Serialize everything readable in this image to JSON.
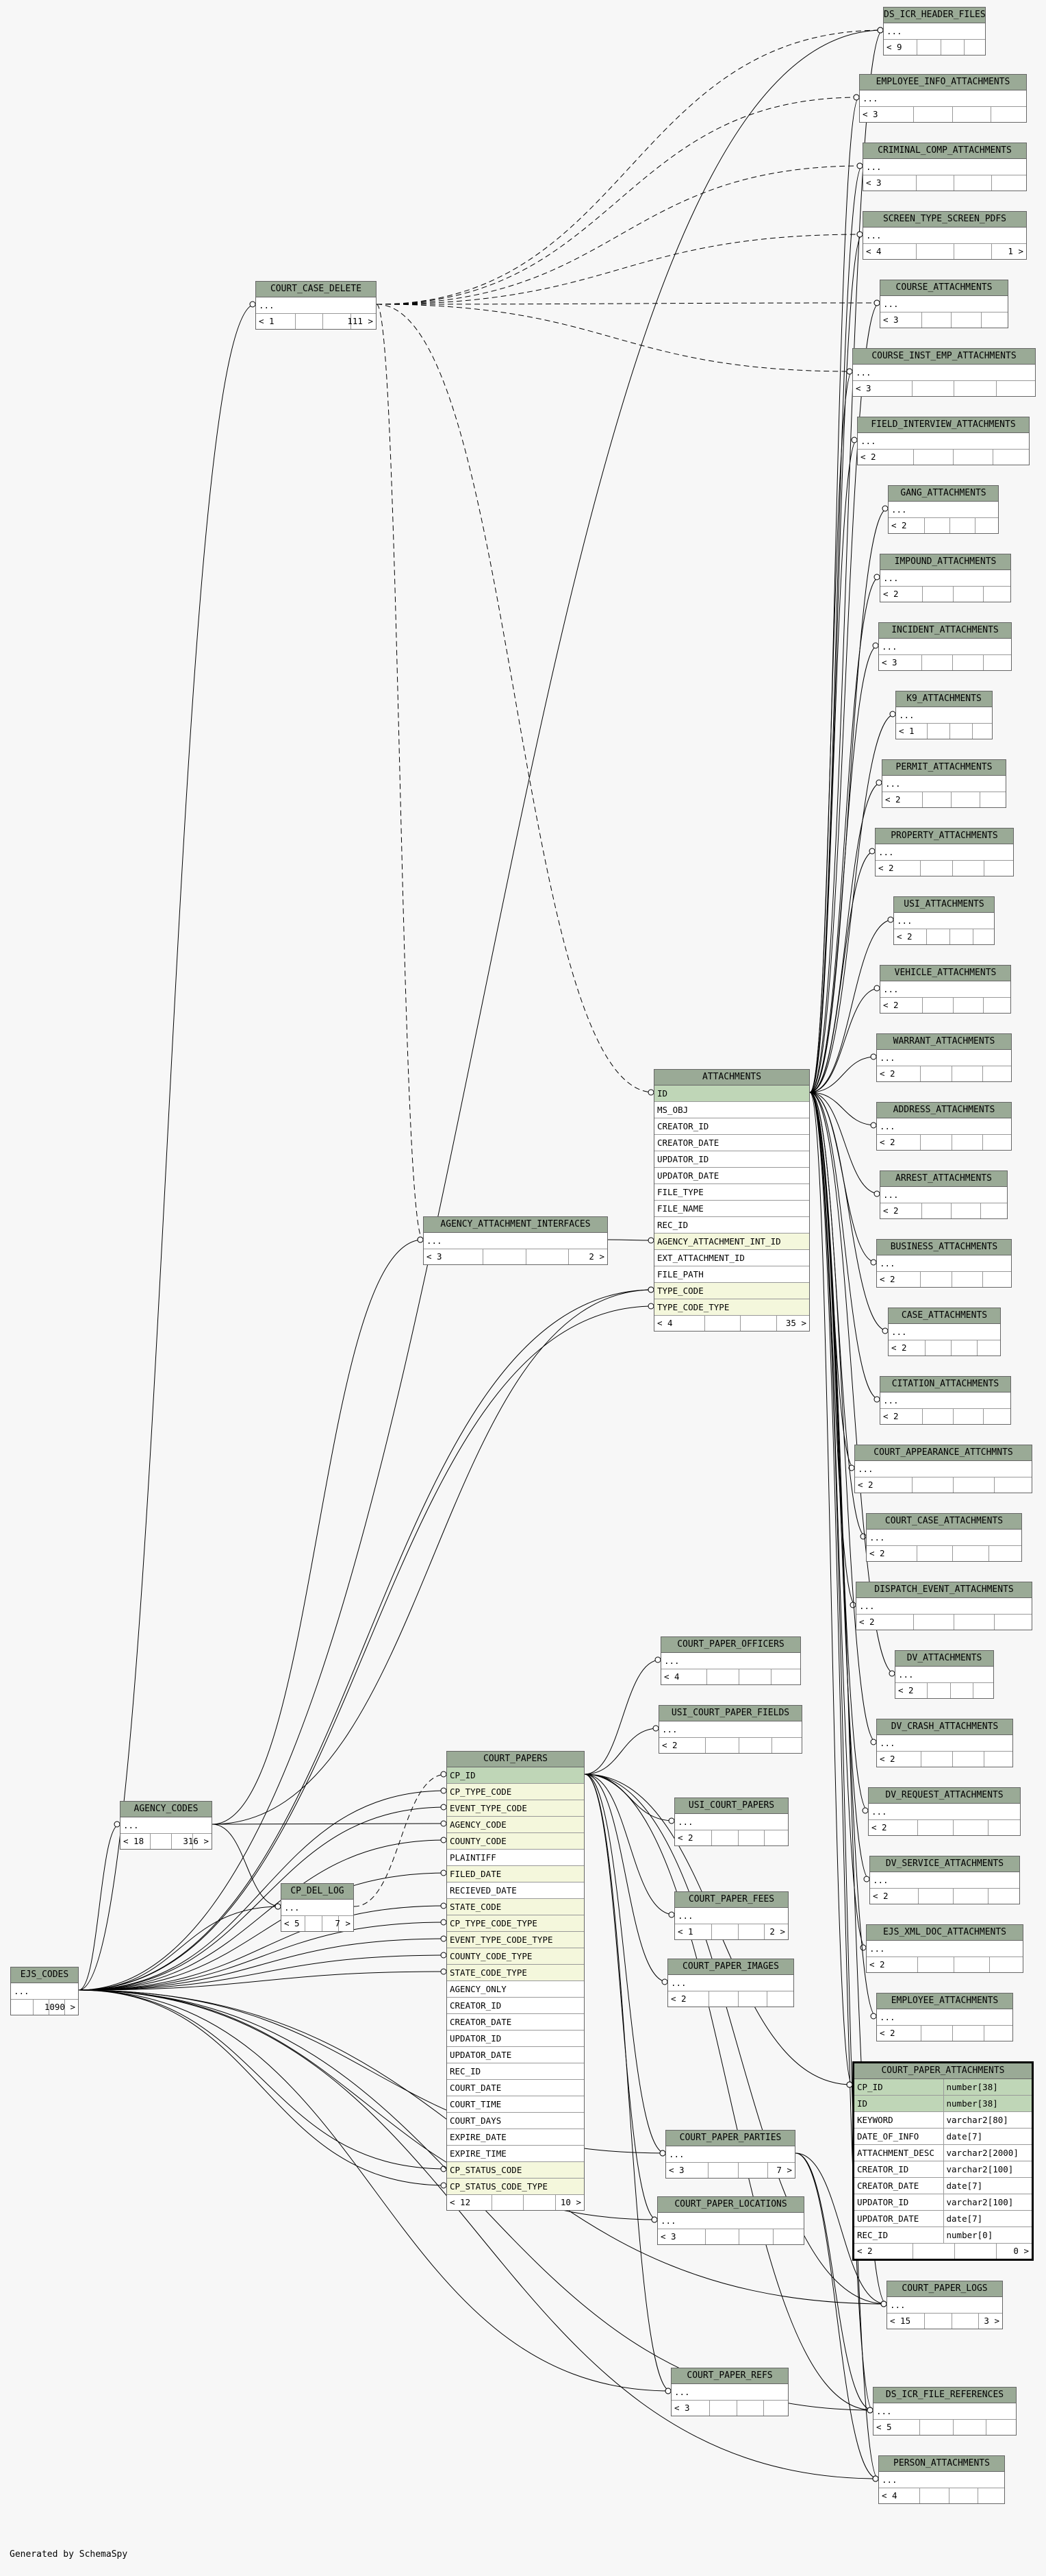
{
  "footer_text": "Generated by SchemaSpy",
  "colors": {
    "header": "#9aaa96",
    "primary_key": "#bfd6b7",
    "foreign_key": "#f4f7dc",
    "background": "#f7f7f7"
  },
  "tables": [
    {
      "id": "ds_icr_header_files",
      "name": "DS_ICR_HEADER_FILES",
      "rows": [
        {
          "text": "..."
        }
      ],
      "footer": {
        "left": "< 9",
        "right": ""
      }
    },
    {
      "id": "employee_info_attachments",
      "name": "EMPLOYEE_INFO_ATTACHMENTS",
      "rows": [
        {
          "text": "..."
        }
      ],
      "footer": {
        "left": "< 3",
        "right": ""
      }
    },
    {
      "id": "criminal_comp_attachments",
      "name": "CRIMINAL_COMP_ATTACHMENTS",
      "rows": [
        {
          "text": "..."
        }
      ],
      "footer": {
        "left": "< 3",
        "right": ""
      }
    },
    {
      "id": "screen_type_screen_pdfs",
      "name": "SCREEN_TYPE_SCREEN_PDFS",
      "rows": [
        {
          "text": "..."
        }
      ],
      "footer": {
        "left": "< 4",
        "right": "1 >"
      }
    },
    {
      "id": "course_attachments",
      "name": "COURSE_ATTACHMENTS",
      "rows": [
        {
          "text": "..."
        }
      ],
      "footer": {
        "left": "< 3",
        "right": ""
      }
    },
    {
      "id": "course_inst_emp_attachments",
      "name": "COURSE_INST_EMP_ATTACHMENTS",
      "rows": [
        {
          "text": "..."
        }
      ],
      "footer": {
        "left": "< 3",
        "right": ""
      }
    },
    {
      "id": "field_interview_attachments",
      "name": "FIELD_INTERVIEW_ATTACHMENTS",
      "rows": [
        {
          "text": "..."
        }
      ],
      "footer": {
        "left": "< 2",
        "right": ""
      }
    },
    {
      "id": "gang_attachments",
      "name": "GANG_ATTACHMENTS",
      "rows": [
        {
          "text": "..."
        }
      ],
      "footer": {
        "left": "< 2",
        "right": ""
      }
    },
    {
      "id": "impound_attachments",
      "name": "IMPOUND_ATTACHMENTS",
      "rows": [
        {
          "text": "..."
        }
      ],
      "footer": {
        "left": "< 2",
        "right": ""
      }
    },
    {
      "id": "incident_attachments",
      "name": "INCIDENT_ATTACHMENTS",
      "rows": [
        {
          "text": "..."
        }
      ],
      "footer": {
        "left": "< 3",
        "right": ""
      }
    },
    {
      "id": "k9_attachments",
      "name": "K9_ATTACHMENTS",
      "rows": [
        {
          "text": "..."
        }
      ],
      "footer": {
        "left": "< 1",
        "right": ""
      }
    },
    {
      "id": "permit_attachments",
      "name": "PERMIT_ATTACHMENTS",
      "rows": [
        {
          "text": "..."
        }
      ],
      "footer": {
        "left": "< 2",
        "right": ""
      }
    },
    {
      "id": "property_attachments",
      "name": "PROPERTY_ATTACHMENTS",
      "rows": [
        {
          "text": "..."
        }
      ],
      "footer": {
        "left": "< 2",
        "right": ""
      }
    },
    {
      "id": "usi_attachments",
      "name": "USI_ATTACHMENTS",
      "rows": [
        {
          "text": "..."
        }
      ],
      "footer": {
        "left": "< 2",
        "right": ""
      }
    },
    {
      "id": "vehicle_attachments",
      "name": "VEHICLE_ATTACHMENTS",
      "rows": [
        {
          "text": "..."
        }
      ],
      "footer": {
        "left": "< 2",
        "right": ""
      }
    },
    {
      "id": "warrant_attachments",
      "name": "WARRANT_ATTACHMENTS",
      "rows": [
        {
          "text": "..."
        }
      ],
      "footer": {
        "left": "< 2",
        "right": ""
      }
    },
    {
      "id": "address_attachments",
      "name": "ADDRESS_ATTACHMENTS",
      "rows": [
        {
          "text": "..."
        }
      ],
      "footer": {
        "left": "< 2",
        "right": ""
      }
    },
    {
      "id": "arrest_attachments",
      "name": "ARREST_ATTACHMENTS",
      "rows": [
        {
          "text": "..."
        }
      ],
      "footer": {
        "left": "< 2",
        "right": ""
      }
    },
    {
      "id": "business_attachments",
      "name": "BUSINESS_ATTACHMENTS",
      "rows": [
        {
          "text": "..."
        }
      ],
      "footer": {
        "left": "< 2",
        "right": ""
      }
    },
    {
      "id": "case_attachments",
      "name": "CASE_ATTACHMENTS",
      "rows": [
        {
          "text": "..."
        }
      ],
      "footer": {
        "left": "< 2",
        "right": ""
      }
    },
    {
      "id": "citation_attachments",
      "name": "CITATION_ATTACHMENTS",
      "rows": [
        {
          "text": "..."
        }
      ],
      "footer": {
        "left": "< 2",
        "right": ""
      }
    },
    {
      "id": "court_appearance_attchmnts",
      "name": "COURT_APPEARANCE_ATTCHMNTS",
      "rows": [
        {
          "text": "..."
        }
      ],
      "footer": {
        "left": "< 2",
        "right": ""
      }
    },
    {
      "id": "court_case_attachments",
      "name": "COURT_CASE_ATTACHMENTS",
      "rows": [
        {
          "text": "..."
        }
      ],
      "footer": {
        "left": "< 2",
        "right": ""
      }
    },
    {
      "id": "dispatch_event_attachments",
      "name": "DISPATCH_EVENT_ATTACHMENTS",
      "rows": [
        {
          "text": "..."
        }
      ],
      "footer": {
        "left": "< 2",
        "right": ""
      }
    },
    {
      "id": "dv_attachments",
      "name": "DV_ATTACHMENTS",
      "rows": [
        {
          "text": "..."
        }
      ],
      "footer": {
        "left": "< 2",
        "right": ""
      }
    },
    {
      "id": "dv_crash_attachments",
      "name": "DV_CRASH_ATTACHMENTS",
      "rows": [
        {
          "text": "..."
        }
      ],
      "footer": {
        "left": "< 2",
        "right": ""
      }
    },
    {
      "id": "dv_request_attachments",
      "name": "DV_REQUEST_ATTACHMENTS",
      "rows": [
        {
          "text": "..."
        }
      ],
      "footer": {
        "left": "< 2",
        "right": ""
      }
    },
    {
      "id": "dv_service_attachments",
      "name": "DV_SERVICE_ATTACHMENTS",
      "rows": [
        {
          "text": "..."
        }
      ],
      "footer": {
        "left": "< 2",
        "right": ""
      }
    },
    {
      "id": "ejs_xml_doc_attachments",
      "name": "EJS_XML_DOC_ATTACHMENTS",
      "rows": [
        {
          "text": "..."
        }
      ],
      "footer": {
        "left": "< 2",
        "right": ""
      }
    },
    {
      "id": "employee_attachments",
      "name": "EMPLOYEE_ATTACHMENTS",
      "rows": [
        {
          "text": "..."
        }
      ],
      "footer": {
        "left": "< 2",
        "right": ""
      }
    },
    {
      "id": "court_paper_attachments",
      "name": "COURT_PAPER_ATTACHMENTS",
      "selected": true,
      "rows": [
        {
          "text": "CP_ID",
          "type": "number[38]",
          "kind": "pk"
        },
        {
          "text": "ID",
          "type": "number[38]",
          "kind": "pk"
        },
        {
          "text": "KEYWORD",
          "type": "varchar2[80]"
        },
        {
          "text": "DATE_OF_INFO",
          "type": "date[7]"
        },
        {
          "text": "ATTACHMENT_DESC",
          "type": "varchar2[2000]"
        },
        {
          "text": "CREATOR_ID",
          "type": "varchar2[100]"
        },
        {
          "text": "CREATOR_DATE",
          "type": "date[7]"
        },
        {
          "text": "UPDATOR_ID",
          "type": "varchar2[100]"
        },
        {
          "text": "UPDATOR_DATE",
          "type": "date[7]"
        },
        {
          "text": "REC_ID",
          "type": "number[0]"
        }
      ],
      "footer": {
        "left": "< 2",
        "right": "0 >"
      }
    },
    {
      "id": "court_paper_logs",
      "name": "COURT_PAPER_LOGS",
      "rows": [
        {
          "text": "..."
        }
      ],
      "footer": {
        "left": "< 15",
        "right": "3 >"
      }
    },
    {
      "id": "ds_icr_file_references",
      "name": "DS_ICR_FILE_REFERENCES",
      "rows": [
        {
          "text": "..."
        }
      ],
      "footer": {
        "left": "< 5",
        "right": ""
      }
    },
    {
      "id": "person_attachments",
      "name": "PERSON_ATTACHMENTS",
      "rows": [
        {
          "text": "..."
        }
      ],
      "footer": {
        "left": "< 4",
        "right": ""
      }
    },
    {
      "id": "court_case_delete",
      "name": "COURT_CASE_DELETE",
      "rows": [
        {
          "text": "..."
        }
      ],
      "footer": {
        "left": "< 1",
        "right": "111 >"
      }
    },
    {
      "id": "attachments",
      "name": "ATTACHMENTS",
      "rows": [
        {
          "text": "ID",
          "kind": "pk"
        },
        {
          "text": "MS_OBJ"
        },
        {
          "text": "CREATOR_ID"
        },
        {
          "text": "CREATOR_DATE"
        },
        {
          "text": "UPDATOR_ID"
        },
        {
          "text": "UPDATOR_DATE"
        },
        {
          "text": "FILE_TYPE"
        },
        {
          "text": "FILE_NAME"
        },
        {
          "text": "REC_ID"
        },
        {
          "text": "AGENCY_ATTACHMENT_INT_ID",
          "kind": "fk"
        },
        {
          "text": "EXT_ATTACHMENT_ID"
        },
        {
          "text": "FILE_PATH"
        },
        {
          "text": "TYPE_CODE",
          "kind": "fk"
        },
        {
          "text": "TYPE_CODE_TYPE",
          "kind": "fk"
        }
      ],
      "footer": {
        "left": "< 4",
        "right": "35 >"
      }
    },
    {
      "id": "agency_attachment_interfaces",
      "name": "AGENCY_ATTACHMENT_INTERFACES",
      "rows": [
        {
          "text": "..."
        }
      ],
      "footer": {
        "left": "< 3",
        "right": "2 >"
      }
    },
    {
      "id": "court_paper_officers",
      "name": "COURT_PAPER_OFFICERS",
      "rows": [
        {
          "text": "..."
        }
      ],
      "footer": {
        "left": "< 4",
        "right": ""
      }
    },
    {
      "id": "usi_court_paper_fields",
      "name": "USI_COURT_PAPER_FIELDS",
      "rows": [
        {
          "text": "..."
        }
      ],
      "footer": {
        "left": "< 2",
        "right": ""
      }
    },
    {
      "id": "usi_court_papers",
      "name": "USI_COURT_PAPERS",
      "rows": [
        {
          "text": "..."
        }
      ],
      "footer": {
        "left": "< 2",
        "right": ""
      }
    },
    {
      "id": "court_paper_fees",
      "name": "COURT_PAPER_FEES",
      "rows": [
        {
          "text": "..."
        }
      ],
      "footer": {
        "left": "< 1",
        "right": "2 >"
      }
    },
    {
      "id": "court_paper_images",
      "name": "COURT_PAPER_IMAGES",
      "rows": [
        {
          "text": "..."
        }
      ],
      "footer": {
        "left": "< 2",
        "right": ""
      }
    },
    {
      "id": "court_paper_parties",
      "name": "COURT_PAPER_PARTIES",
      "rows": [
        {
          "text": "..."
        }
      ],
      "footer": {
        "left": "< 3",
        "right": "7 >"
      }
    },
    {
      "id": "court_paper_locations",
      "name": "COURT_PAPER_LOCATIONS",
      "rows": [
        {
          "text": "..."
        }
      ],
      "footer": {
        "left": "< 3",
        "right": ""
      }
    },
    {
      "id": "court_paper_refs",
      "name": "COURT_PAPER_REFS",
      "rows": [
        {
          "text": "..."
        }
      ],
      "footer": {
        "left": "< 3",
        "right": ""
      }
    },
    {
      "id": "court_papers",
      "name": "COURT_PAPERS",
      "rows": [
        {
          "text": "CP_ID",
          "kind": "pk"
        },
        {
          "text": "CP_TYPE_CODE",
          "kind": "fk"
        },
        {
          "text": "EVENT_TYPE_CODE",
          "kind": "fk"
        },
        {
          "text": "AGENCY_CODE",
          "kind": "fk"
        },
        {
          "text": "COUNTY_CODE",
          "kind": "fk"
        },
        {
          "text": "PLAINTIFF"
        },
        {
          "text": "FILED_DATE",
          "kind": "fk"
        },
        {
          "text": "RECIEVED_DATE"
        },
        {
          "text": "STATE_CODE",
          "kind": "fk"
        },
        {
          "text": "CP_TYPE_CODE_TYPE",
          "kind": "fk"
        },
        {
          "text": "EVENT_TYPE_CODE_TYPE",
          "kind": "fk"
        },
        {
          "text": "COUNTY_CODE_TYPE",
          "kind": "fk"
        },
        {
          "text": "STATE_CODE_TYPE",
          "kind": "fk"
        },
        {
          "text": "AGENCY_ONLY"
        },
        {
          "text": "CREATOR_ID"
        },
        {
          "text": "CREATOR_DATE"
        },
        {
          "text": "UPDATOR_ID"
        },
        {
          "text": "UPDATOR_DATE"
        },
        {
          "text": "REC_ID"
        },
        {
          "text": "COURT_DATE"
        },
        {
          "text": "COURT_TIME"
        },
        {
          "text": "COURT_DAYS"
        },
        {
          "text": "EXPIRE_DATE"
        },
        {
          "text": "EXPIRE_TIME"
        },
        {
          "text": "CP_STATUS_CODE",
          "kind": "fk"
        },
        {
          "text": "CP_STATUS_CODE_TYPE",
          "kind": "fk"
        }
      ],
      "footer": {
        "left": "< 12",
        "right": "10 >"
      }
    },
    {
      "id": "agency_codes",
      "name": "AGENCY_CODES",
      "rows": [
        {
          "text": "..."
        }
      ],
      "footer": {
        "left": "< 18",
        "right": "316 >"
      }
    },
    {
      "id": "cp_del_log",
      "name": "CP_DEL_LOG",
      "rows": [
        {
          "text": "..."
        }
      ],
      "footer": {
        "left": "< 5",
        "right": "7 >"
      }
    },
    {
      "id": "ejs_codes",
      "name": "EJS_CODES",
      "rows": [
        {
          "text": "..."
        }
      ],
      "footer": {
        "left": "",
        "right": "1090 >"
      }
    }
  ]
}
